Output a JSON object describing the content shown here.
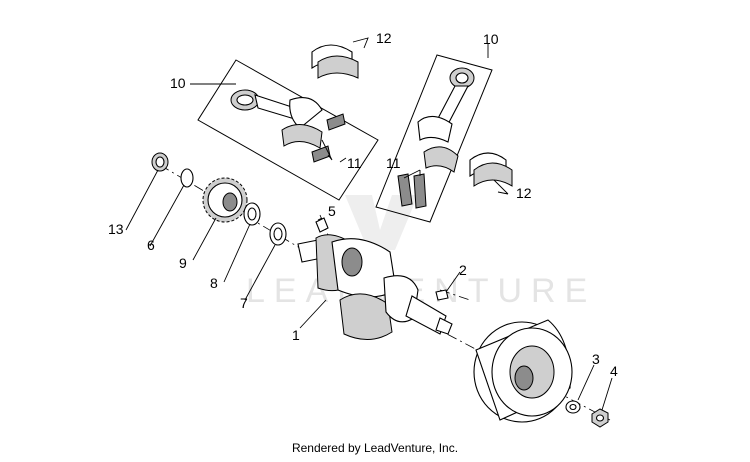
{
  "watermark": {
    "text": "LEADVENTURE"
  },
  "callouts": {
    "c1": "1",
    "c2": "2",
    "c3": "3",
    "c4": "4",
    "c5": "5",
    "c6": "6",
    "c7": "7",
    "c8": "8",
    "c9": "9",
    "c10a": "10",
    "c10b": "10",
    "c11a": "11",
    "c11b": "11",
    "c12a": "12",
    "c12b": "12",
    "c13": "13"
  },
  "footer": {
    "text": "Rendered by LeadVenture, Inc."
  }
}
